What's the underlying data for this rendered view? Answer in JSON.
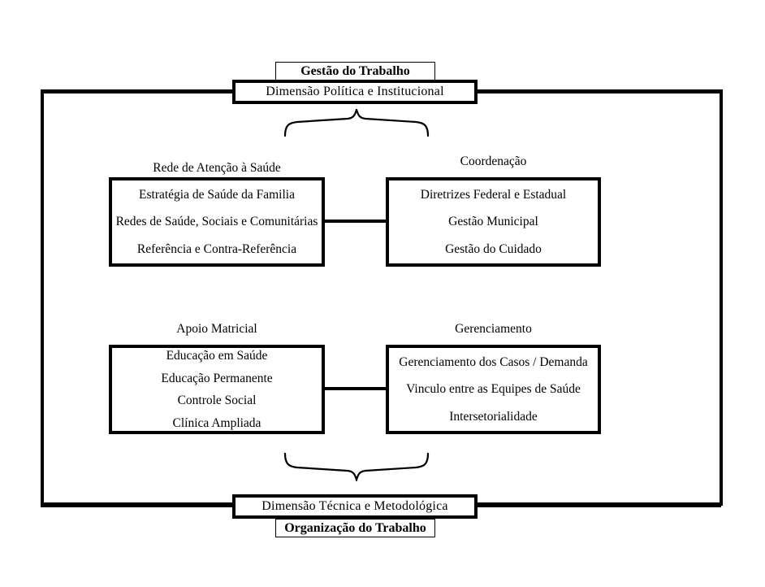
{
  "diagram": {
    "title_top": "Gestão do Trabalho",
    "title_bottom": "Organização do Trabalho",
    "dimension_top": "Dimensão Política e Institucional",
    "dimension_bottom": "Dimensão Técnica e Metodológica",
    "boxes": [
      {
        "id": "rede",
        "title": "Rede de Atenção à Saúde",
        "items": [
          "Estratégia de Saúde da Familia",
          "Redes de Saúde, Sociais e Comunitárias",
          "Referência e Contra-Referência"
        ]
      },
      {
        "id": "coordenacao",
        "title": "Coordenação",
        "items": [
          "Diretrizes Federal e Estadual",
          "Gestão Municipal",
          "Gestão do Cuidado"
        ]
      },
      {
        "id": "apoio",
        "title": "Apoio Matricial",
        "items": [
          "Educação em Saúde",
          "Educação Permanente",
          "Controle Social",
          "Clínica Ampliada"
        ]
      },
      {
        "id": "gerenciamento",
        "title": "Gerenciamento",
        "items": [
          "Gerenciamento dos Casos / Demanda",
          "Vinculo entre as Equipes de Saúde",
          "Intersetorialidade"
        ]
      }
    ],
    "colors": {
      "stroke": "#000000",
      "background": "#ffffff",
      "text": "#000000"
    }
  }
}
